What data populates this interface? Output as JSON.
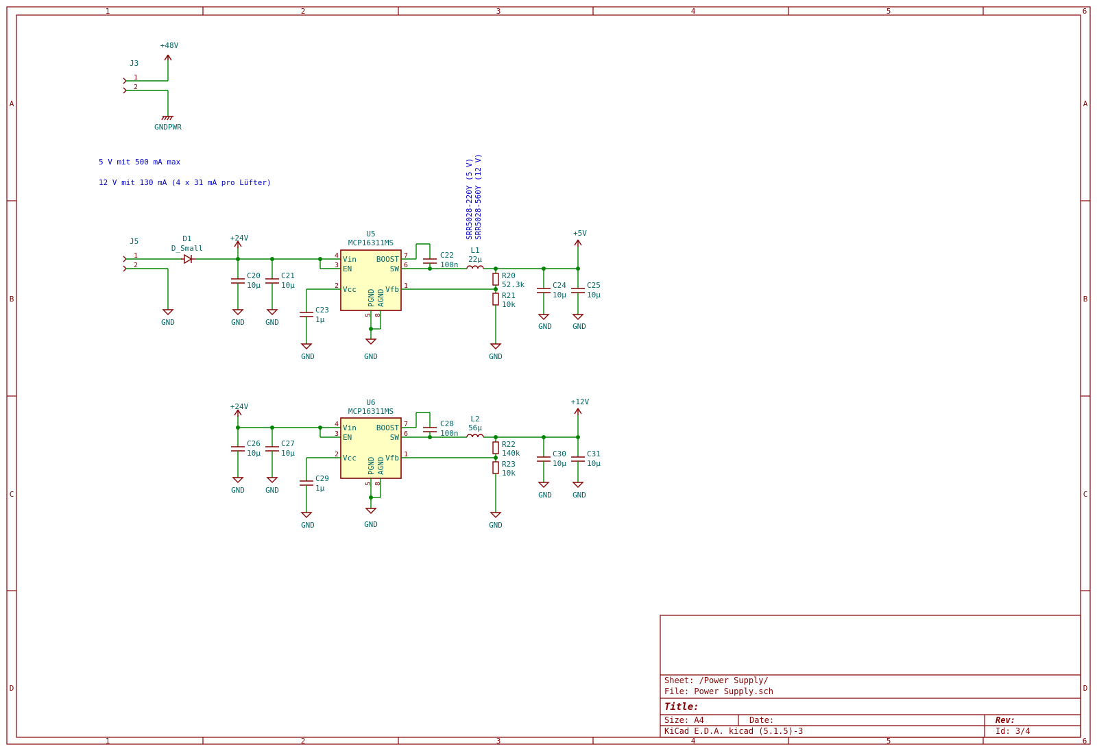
{
  "frame": {
    "columns": [
      "1",
      "2",
      "3",
      "4",
      "5",
      "6"
    ],
    "rows": [
      "A",
      "B",
      "C",
      "D"
    ]
  },
  "notes": {
    "line1": "5 V mit 500 mA max",
    "line2": "12 V mit 130 mA (4 x 31 mA pro Lüfter)",
    "inductor_note1": "SRR5028-220Y (5 V)",
    "inductor_note2": "SRR5028-560Y (12 V)"
  },
  "power_labels": {
    "p48": "+48V",
    "gndpwr": "GNDPWR",
    "p24": "+24V",
    "p5": "+5V",
    "p12": "+12V",
    "gnd": "GND"
  },
  "connectors": {
    "j3": {
      "ref": "J3",
      "pin1": "1",
      "pin2": "2"
    },
    "j5": {
      "ref": "J5",
      "pin1": "1",
      "pin2": "2"
    }
  },
  "components": {
    "d1": {
      "ref": "D1",
      "value": "D_Small"
    },
    "u5": {
      "ref": "U5",
      "value": "MCP16311MS"
    },
    "u6": {
      "ref": "U6",
      "value": "MCP16311MS"
    },
    "c20": {
      "ref": "C20",
      "value": "10µ"
    },
    "c21": {
      "ref": "C21",
      "value": "10µ"
    },
    "c22": {
      "ref": "C22",
      "value": "100n"
    },
    "c23": {
      "ref": "C23",
      "value": "1µ"
    },
    "c24": {
      "ref": "C24",
      "value": "10µ"
    },
    "c25": {
      "ref": "C25",
      "value": "10µ"
    },
    "c26": {
      "ref": "C26",
      "value": "10µ"
    },
    "c27": {
      "ref": "C27",
      "value": "10µ"
    },
    "c28": {
      "ref": "C28",
      "value": "100n"
    },
    "c29": {
      "ref": "C29",
      "value": "1µ"
    },
    "c30": {
      "ref": "C30",
      "value": "10µ"
    },
    "c31": {
      "ref": "C31",
      "value": "10µ"
    },
    "l1": {
      "ref": "L1",
      "value": "22µ"
    },
    "l2": {
      "ref": "L2",
      "value": "56µ"
    },
    "r20": {
      "ref": "R20",
      "value": "52.3k"
    },
    "r21": {
      "ref": "R21",
      "value": "10k"
    },
    "r22": {
      "ref": "R22",
      "value": "140k"
    },
    "r23": {
      "ref": "R23",
      "value": "10k"
    }
  },
  "ic_pins": {
    "vin": "Vin",
    "en": "EN",
    "vcc": "Vcc",
    "boost": "BOOST",
    "sw": "SW",
    "vfb": "Vfb",
    "pgnd": "PGND",
    "agnd": "AGND",
    "n4": "4",
    "n3": "3",
    "n2": "2",
    "n7": "7",
    "n6": "6",
    "n1": "1",
    "n5": "5",
    "n8": "8"
  },
  "title_block": {
    "sheet": "Sheet: /Power Supply/",
    "file": "File: Power Supply.sch",
    "title": "Title:",
    "size": "Size: A4",
    "date": "Date:",
    "rev": "Rev:",
    "tool": "KiCad E.D.A.  kicad (5.1.5)-3",
    "id": "Id: 3/4"
  }
}
